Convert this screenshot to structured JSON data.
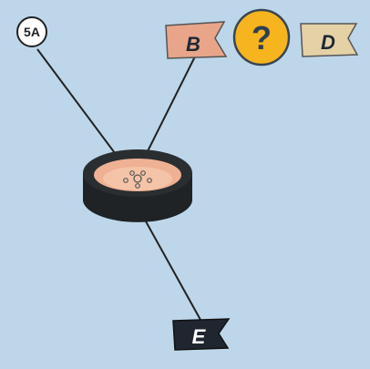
{
  "diagram": {
    "labels": {
      "circle_a": "5A",
      "flag_b": "B",
      "question": "?",
      "flag_d": "D",
      "flag_e": "E"
    },
    "colors": {
      "background": "#bdd6ea",
      "flag_b": "#e8a58a",
      "flag_d": "#e4d1a6",
      "flag_e": "#1f2630",
      "question_badge": "#f6b41e",
      "tire_dark": "#1f2326",
      "tire_inner": "#efb193"
    },
    "icons": {
      "center_part": "wheel-tire-icon",
      "unknown_marker": "question-badge-icon"
    }
  }
}
